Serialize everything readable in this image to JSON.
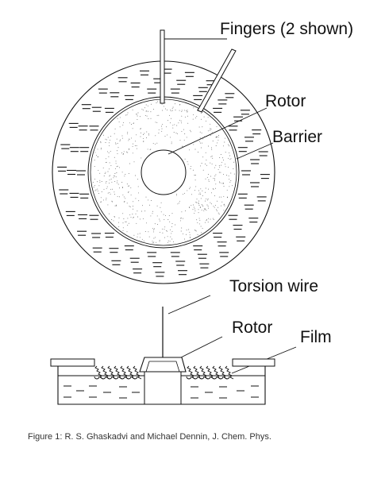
{
  "labels": {
    "fingers": "Fingers (2 shown)",
    "rotor_top": "Rotor",
    "barrier": "Barrier",
    "torsion_wire": "Torsion wire",
    "rotor_side": "Rotor",
    "film": "Film"
  },
  "caption": "Figure 1: R. S. Ghaskadvi and Michael Dennin, J. Chem. Phys.",
  "colors": {
    "ink": "#111111",
    "background": "#ffffff"
  }
}
